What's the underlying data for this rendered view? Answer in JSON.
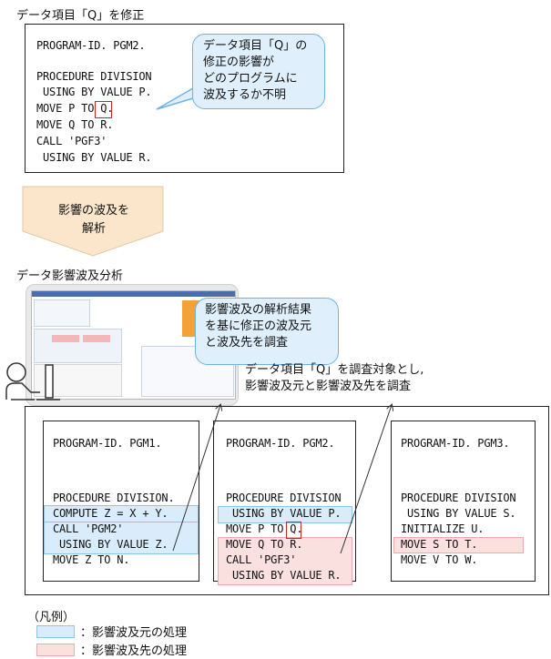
{
  "section1_title": "データ項目「Q」を修正",
  "pgm2_top": {
    "lines": [
      "PROGRAM-ID. PGM2.",
      "",
      "PROCEDURE DIVISION",
      " USING BY VALUE P.",
      "MOVE P TO Q.",
      "MOVE Q TO R.",
      "CALL 'PGF3'",
      " USING BY VALUE R."
    ],
    "highlight_item": "Q"
  },
  "callout1": {
    "lines": [
      "データ項目「Q」の",
      "修正の影響が",
      "どのプログラムに",
      "波及するか不明"
    ]
  },
  "arrow_label": {
    "lines": [
      "影響の波及を",
      "解析"
    ]
  },
  "section2_title": "データ影響波及分析",
  "callout2": {
    "lines": [
      "影響波及の解析結果",
      "を基に修正の波及元",
      "と波及先を調査"
    ]
  },
  "note": {
    "lines": [
      "データ項目「Q」を調査対象とし,",
      "影響波及元と影響波及先を調査"
    ]
  },
  "programs": [
    {
      "lines": [
        "PROGRAM-ID. PGM1.",
        "",
        "PROCEDURE DIVISION.",
        "COMPUTE Z = X + Y.",
        "CALL 'PGM2'",
        " USING BY VALUE Z.",
        "MOVE Z TO N."
      ]
    },
    {
      "lines": [
        "PROGRAM-ID. PGM2.",
        "",
        "PROCEDURE DIVISION",
        " USING BY VALUE P.",
        "MOVE P TO Q.",
        "MOVE Q TO R.",
        "CALL 'PGF3'",
        " USING BY VALUE R."
      ]
    },
    {
      "lines": [
        "PROGRAM-ID. PGM3.",
        "",
        "PROCEDURE DIVISION",
        " USING BY VALUE S.",
        "INITIALIZE U.",
        "MOVE S TO T.",
        "MOVE V TO W."
      ]
    }
  ],
  "legend": {
    "title": "（凡例）",
    "source_label": "：影響波及元の処理",
    "dest_label": "：影響波及先の処理",
    "source_color": "#d8ecfb",
    "dest_color": "#fbe0e0"
  }
}
